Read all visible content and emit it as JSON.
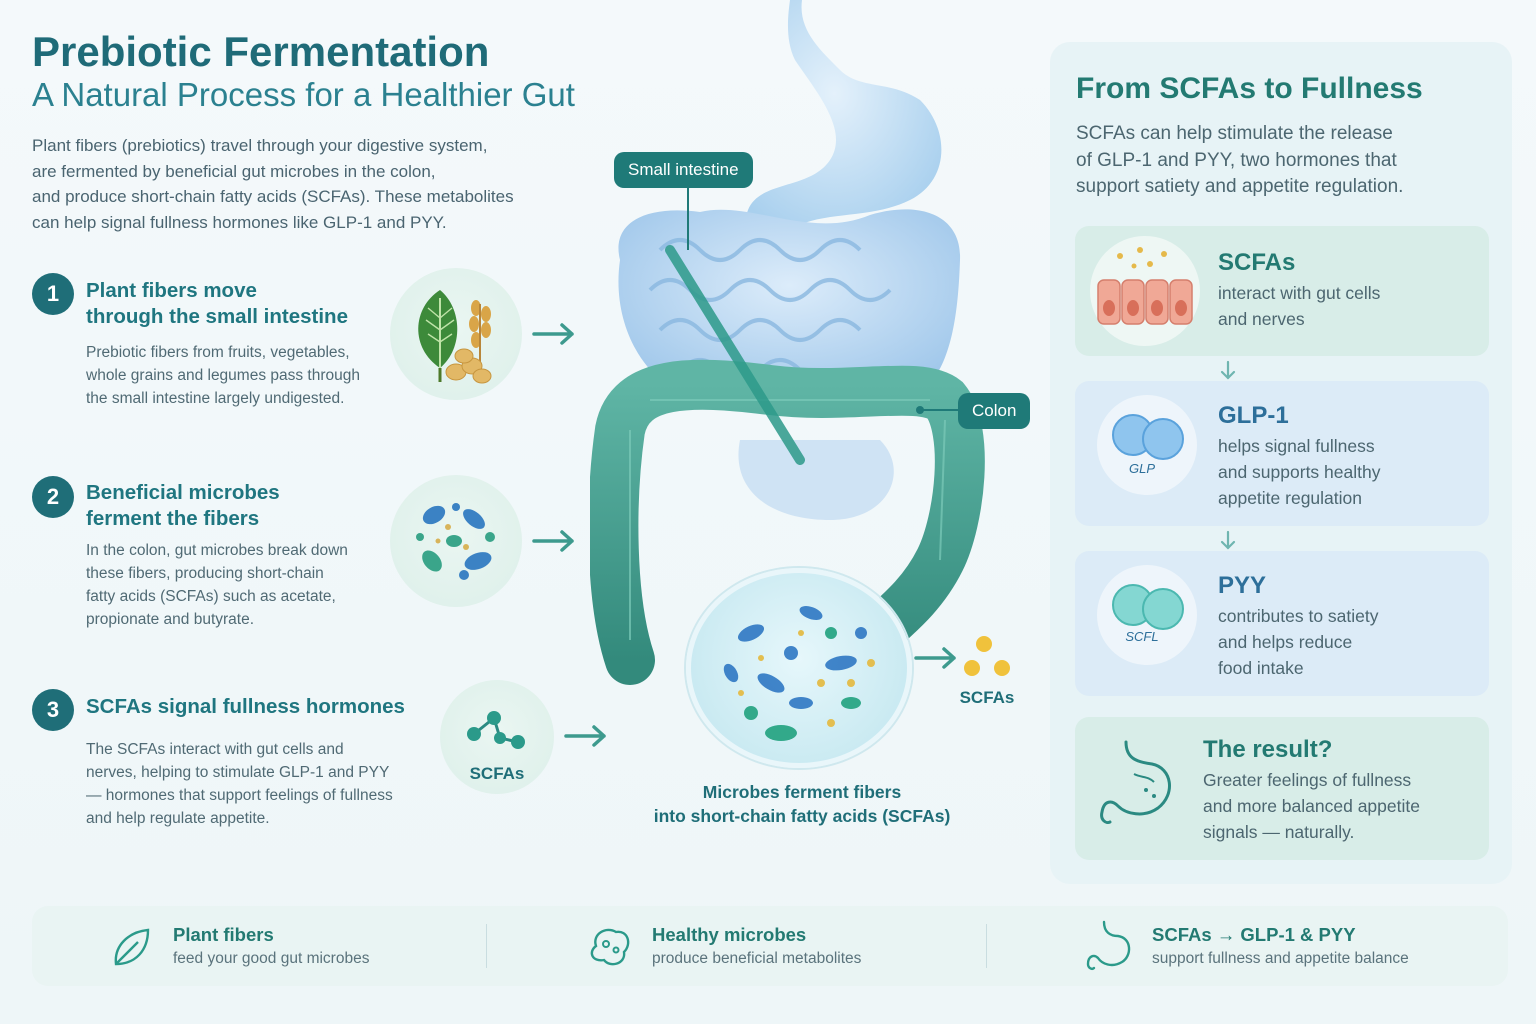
{
  "header": {
    "title": "Prebiotic Fermentation",
    "subtitle": "A Natural Process for a Healthier Gut",
    "intro_lines": [
      "Plant fibers (prebiotics) travel through your digestive system,",
      "are fermented by beneficial gut microbes in the colon,",
      "and produce short-chain fatty acids (SCFAs). These metabolites",
      "can help signal fullness hormones like GLP-1 and PYY."
    ]
  },
  "steps": [
    {
      "number": "1",
      "title_lines": [
        "Plant fibers move",
        "through the small intestine"
      ],
      "body_lines": [
        "Prebiotic fibers from fruits, vegetables,",
        "whole grains and legumes pass through",
        "the small intestine largely undigested."
      ],
      "icon": "leaf-grain-icon"
    },
    {
      "number": "2",
      "title_lines": [
        "Beneficial microbes",
        "ferment the fibers"
      ],
      "body_lines": [
        "In the colon, gut microbes break down",
        "these fibers, producing short-chain",
        "fatty acids (SCFAs) such as acetate,",
        "propionate and butyrate."
      ],
      "icon": "microbes-icon"
    },
    {
      "number": "3",
      "title_lines": [
        "SCFAs signal fullness hormones"
      ],
      "body_lines": [
        "The SCFAs interact with gut cells and",
        "nerves, helping to stimulate GLP-1 and PYY",
        "— hormones that support feelings of fullness",
        "and help regulate appetite."
      ],
      "icon": "molecule-icon",
      "icon_label": "SCFAs"
    }
  ],
  "anatomy": {
    "small_intestine_label": "Small intestine",
    "colon_label": "Colon",
    "scfa_output_label": "SCFAs",
    "caption_lines": [
      "Microbes ferment fibers",
      "into short-chain fatty acids (SCFAs)"
    ]
  },
  "right_panel": {
    "title": "From SCFAs to Fullness",
    "text_lines": [
      "SCFAs can help stimulate the release",
      "of GLP-1 and PYY, two hormones that",
      "support satiety and appetite regulation."
    ],
    "cards": [
      {
        "title": "SCFAs",
        "body_lines": [
          "interact with gut cells",
          "and nerves"
        ],
        "color": "#237a72"
      },
      {
        "title": "GLP-1",
        "body_lines": [
          "helps signal fullness",
          "and supports healthy",
          "appetite regulation"
        ],
        "icon_text": "GLP",
        "color": "#2d6f9a"
      },
      {
        "title": "PYY",
        "body_lines": [
          "contributes to satiety",
          "and helps reduce",
          "food intake"
        ],
        "icon_text": "SCFL",
        "color": "#2d6f9a"
      },
      {
        "title": "The result?",
        "body_lines": [
          "Greater feelings of fullness",
          "and more balanced appetite",
          "signals — naturally."
        ],
        "color": "#237a72"
      }
    ]
  },
  "footer": [
    {
      "title": "Plant fibers",
      "subtitle": "feed your good gut microbes",
      "icon": "leaf-icon"
    },
    {
      "title": "Healthy microbes",
      "subtitle": "produce beneficial metabolites",
      "icon": "microbe-icon"
    },
    {
      "title": "SCFAs → GLP-1 & PYY",
      "subtitle": "support fullness and appetite balance",
      "icon": "stomach-icon"
    }
  ],
  "colors": {
    "teal_dark": "#1f6e78",
    "teal": "#237a72",
    "blue": "#2d6f9a",
    "intestine_blue": "#a9cfee",
    "colon_green": "#3e9a8a"
  }
}
